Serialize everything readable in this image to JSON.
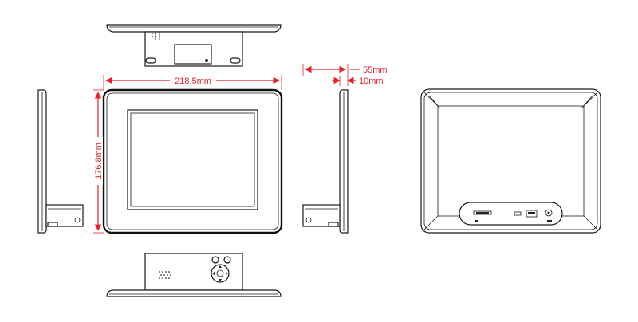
{
  "dimensions": {
    "width": "218.5mm",
    "height": "176.8mm",
    "depth_total": "55mm",
    "depth_panel": "10mm"
  },
  "colors": {
    "dimension": "#e8202a",
    "outline": "#1a1a1a"
  }
}
